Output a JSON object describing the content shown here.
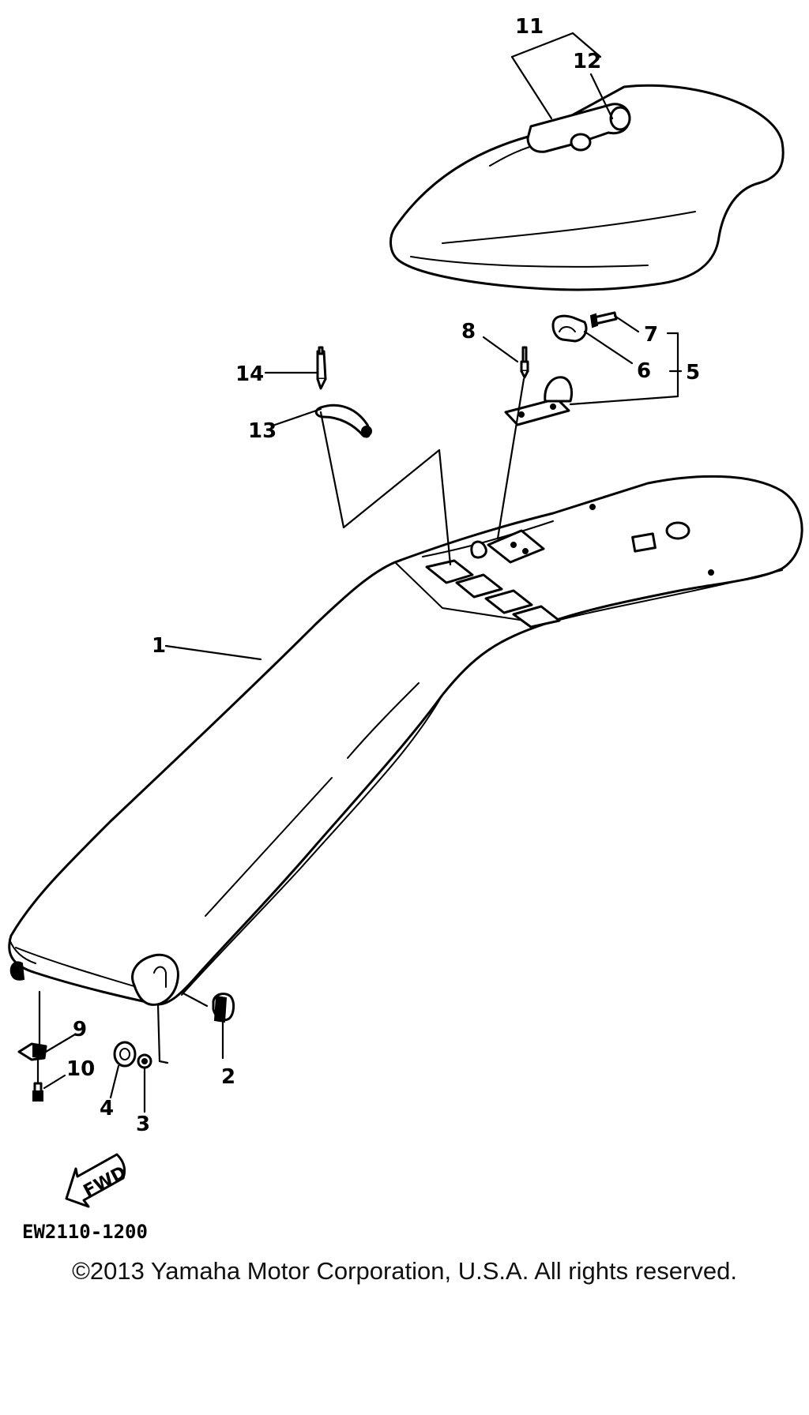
{
  "callouts": [
    {
      "id": "1",
      "text": "1"
    },
    {
      "id": "2",
      "text": "2"
    },
    {
      "id": "3",
      "text": "3"
    },
    {
      "id": "4",
      "text": "4"
    },
    {
      "id": "5",
      "text": "5"
    },
    {
      "id": "6",
      "text": "6"
    },
    {
      "id": "7",
      "text": "7"
    },
    {
      "id": "8",
      "text": "8"
    },
    {
      "id": "9",
      "text": "9"
    },
    {
      "id": "10",
      "text": "10"
    },
    {
      "id": "11",
      "text": "11"
    },
    {
      "id": "12",
      "text": "12"
    },
    {
      "id": "13",
      "text": "13"
    },
    {
      "id": "14",
      "text": "14"
    }
  ],
  "fwd_label": "FWD",
  "diagram_code": "EW2110-1200",
  "copyright": "©2013 Yamaha Motor Corporation, U.S.A. All rights reserved."
}
